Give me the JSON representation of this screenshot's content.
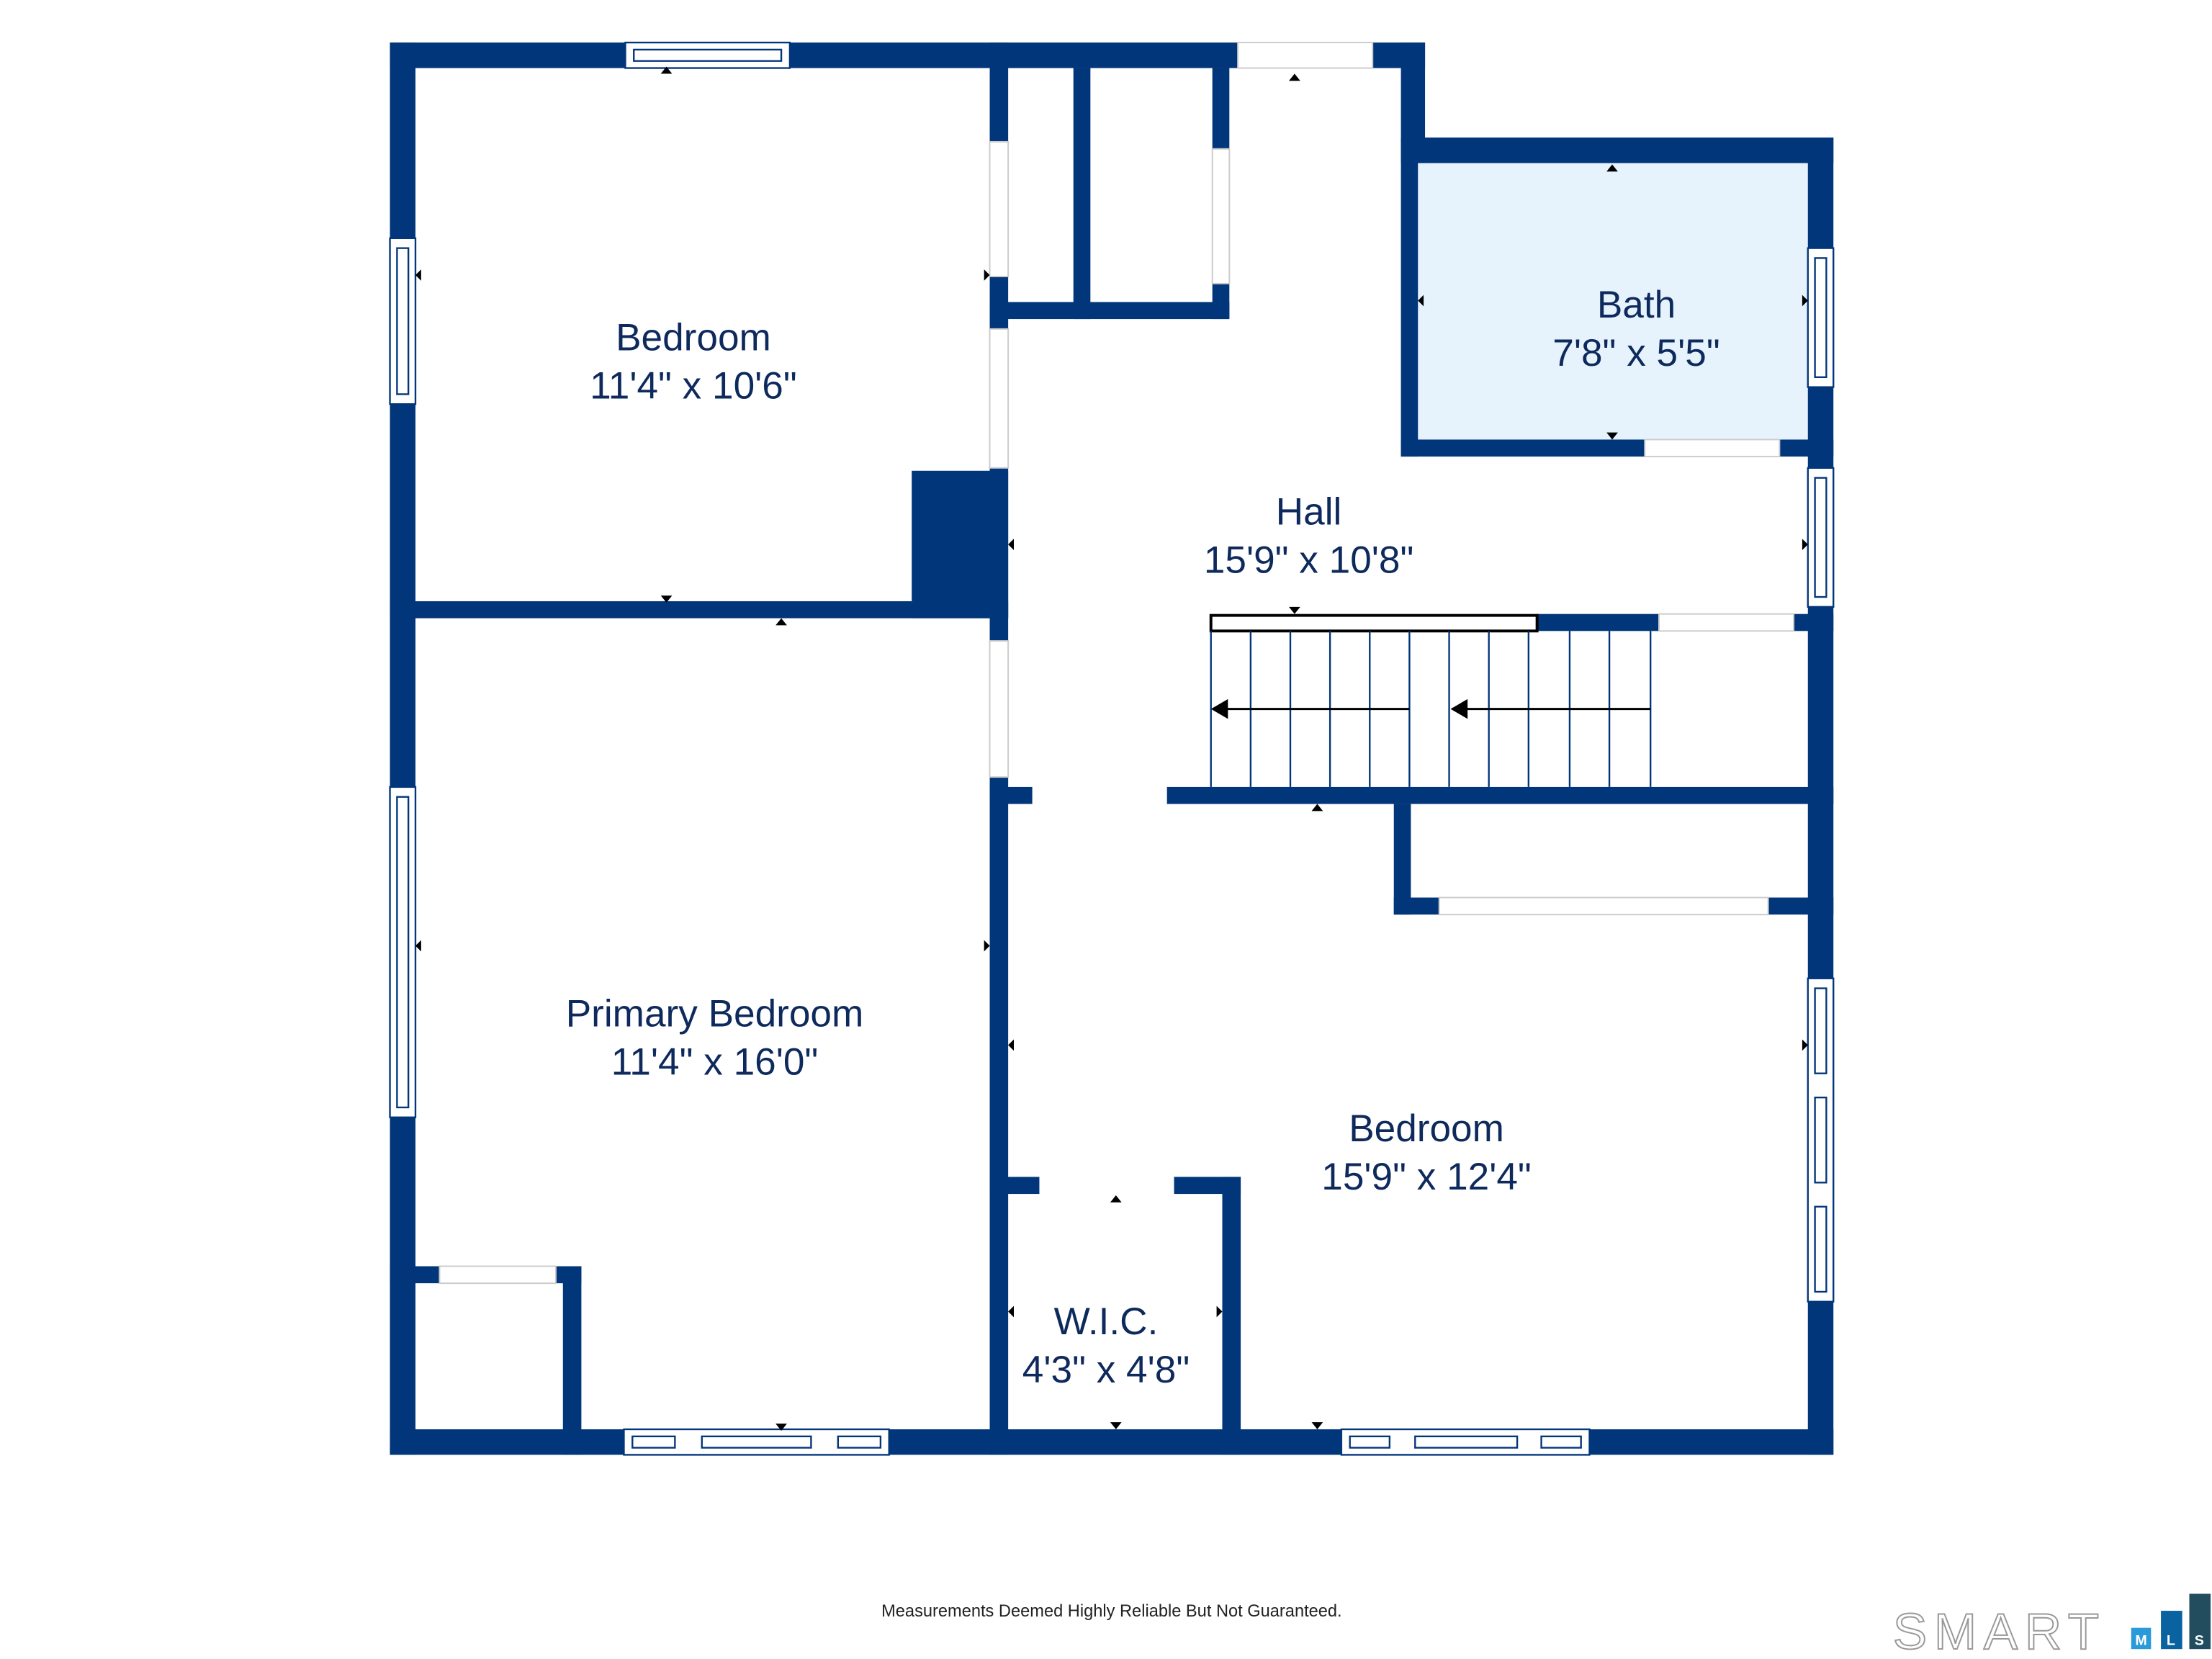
{
  "rooms": [
    {
      "name": "Bedroom",
      "size": "11'4\" x 10'6\""
    },
    {
      "name": "Primary Bedroom",
      "size": "11'4\" x 16'0\""
    },
    {
      "name": "Hall",
      "size": "15'9\" x 10'8\""
    },
    {
      "name": "Bath",
      "size": "7'8\" x 5'5\""
    },
    {
      "name": "Bedroom",
      "size": "15'9\" x 12'4\""
    },
    {
      "name": "W.I.C.",
      "size": "4'3\" x 4'8\""
    }
  ],
  "footer": {
    "disclaimer": "Measurements Deemed Highly Reliable But Not Guaranteed."
  },
  "logo": {
    "text": "SMART",
    "letters": [
      "M",
      "L",
      "S"
    ]
  },
  "colors": {
    "wall": "#02367A",
    "bath_fill": "#E6F3FC",
    "logo_m": "#2A9AD8",
    "logo_l": "#0A62A0",
    "logo_s": "#214D5E"
  }
}
